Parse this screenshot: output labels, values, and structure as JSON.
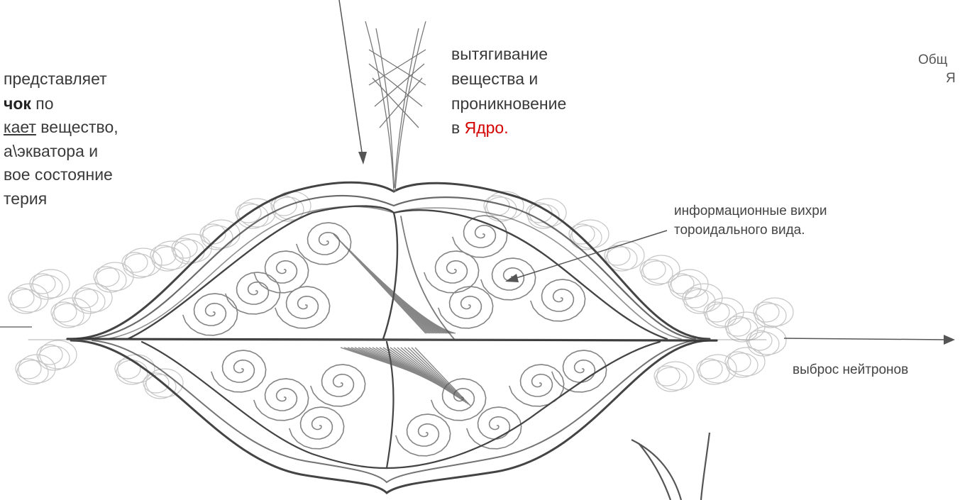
{
  "left_text": {
    "line1": "представляет",
    "line2_bold": "чок",
    "line2_rest": " по",
    "line3_under": "кает",
    "line3_rest": " вещество,",
    "line4": "а\\экватора и",
    "line5": "вое состояние",
    "line6": "терия"
  },
  "top_text": {
    "line1": "вытягивание",
    "line2": "вещества и",
    "line3": "проникновение",
    "line4_pre": "в ",
    "line4_red": "Ядро",
    "line4_post": "."
  },
  "right_top": {
    "line1": "Общ",
    "line2": "Я"
  },
  "vortex_label": {
    "line1": "информационные вихри",
    "line2": "тороидального вида."
  },
  "neutron_label": "выброс нейтронов",
  "colors": {
    "accent": "#d40000",
    "pencil": "#555555"
  }
}
